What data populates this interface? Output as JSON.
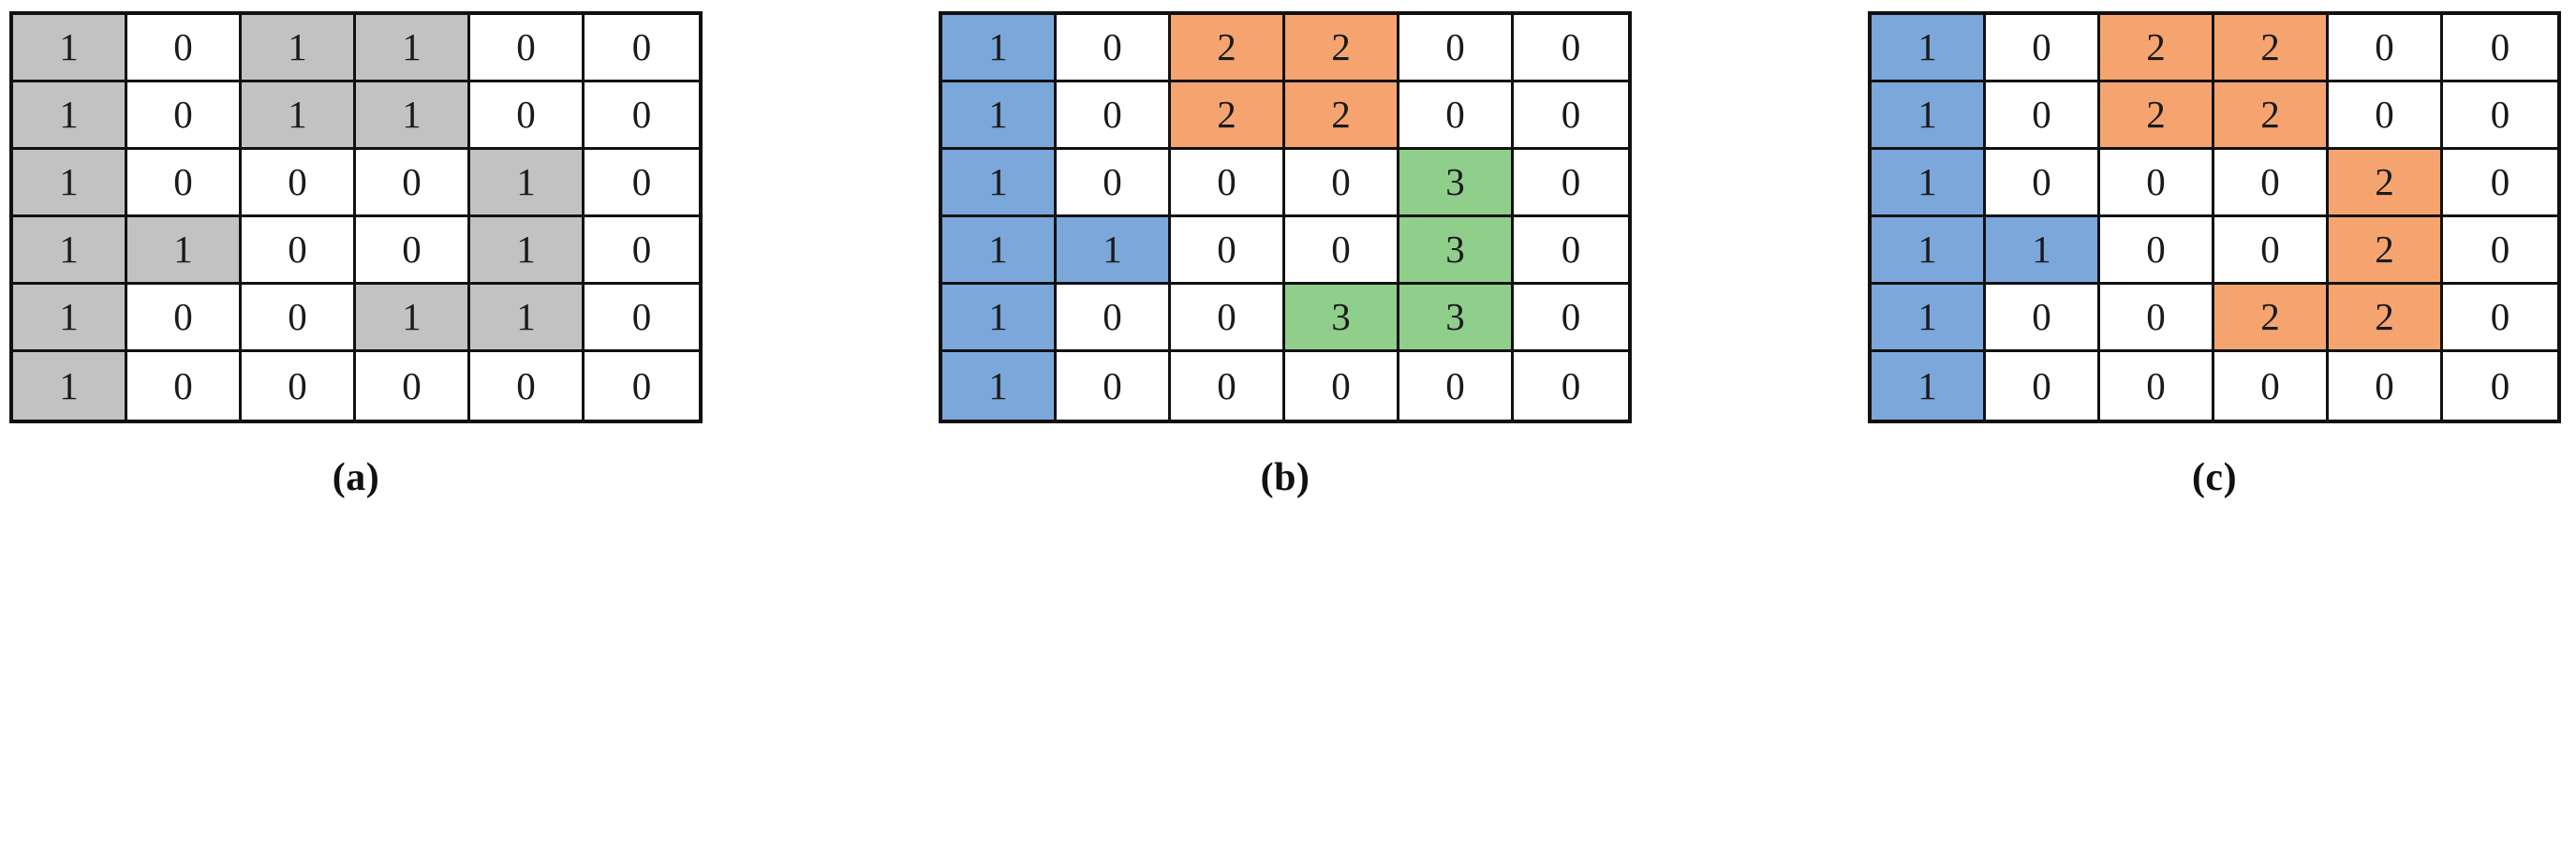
{
  "figure": {
    "background": "#FFFFFF",
    "panels": [
      {
        "id": "a",
        "caption": "(a)",
        "rows": 6,
        "cols": 6,
        "values": [
          [
            "1",
            "0",
            "1",
            "1",
            "0",
            "0"
          ],
          [
            "1",
            "0",
            "1",
            "1",
            "0",
            "0"
          ],
          [
            "1",
            "0",
            "0",
            "0",
            "1",
            "0"
          ],
          [
            "1",
            "1",
            "0",
            "0",
            "1",
            "0"
          ],
          [
            "1",
            "0",
            "0",
            "1",
            "1",
            "0"
          ],
          [
            "1",
            "0",
            "0",
            "0",
            "0",
            "0"
          ]
        ],
        "fills": [
          [
            "gray",
            "white",
            "gray",
            "gray",
            "white",
            "white"
          ],
          [
            "gray",
            "white",
            "gray",
            "gray",
            "white",
            "white"
          ],
          [
            "gray",
            "white",
            "white",
            "white",
            "gray",
            "white"
          ],
          [
            "gray",
            "gray",
            "white",
            "white",
            "gray",
            "white"
          ],
          [
            "gray",
            "white",
            "white",
            "gray",
            "gray",
            "white"
          ],
          [
            "gray",
            "white",
            "white",
            "white",
            "white",
            "white"
          ]
        ]
      },
      {
        "id": "b",
        "caption": "(b)",
        "rows": 6,
        "cols": 6,
        "values": [
          [
            "1",
            "0",
            "2",
            "2",
            "0",
            "0"
          ],
          [
            "1",
            "0",
            "2",
            "2",
            "0",
            "0"
          ],
          [
            "1",
            "0",
            "0",
            "0",
            "3",
            "0"
          ],
          [
            "1",
            "1",
            "0",
            "0",
            "3",
            "0"
          ],
          [
            "1",
            "0",
            "0",
            "3",
            "3",
            "0"
          ],
          [
            "1",
            "0",
            "0",
            "0",
            "0",
            "0"
          ]
        ],
        "fills": [
          [
            "blue",
            "white",
            "orange",
            "orange",
            "white",
            "white"
          ],
          [
            "blue",
            "white",
            "orange",
            "orange",
            "white",
            "white"
          ],
          [
            "blue",
            "white",
            "white",
            "white",
            "green",
            "white"
          ],
          [
            "blue",
            "blue",
            "white",
            "white",
            "green",
            "white"
          ],
          [
            "blue",
            "white",
            "white",
            "green",
            "green",
            "white"
          ],
          [
            "blue",
            "white",
            "white",
            "white",
            "white",
            "white"
          ]
        ]
      },
      {
        "id": "c",
        "caption": "(c)",
        "rows": 6,
        "cols": 6,
        "values": [
          [
            "1",
            "0",
            "2",
            "2",
            "0",
            "0"
          ],
          [
            "1",
            "0",
            "2",
            "2",
            "0",
            "0"
          ],
          [
            "1",
            "0",
            "0",
            "0",
            "2",
            "0"
          ],
          [
            "1",
            "1",
            "0",
            "0",
            "2",
            "0"
          ],
          [
            "1",
            "0",
            "0",
            "2",
            "2",
            "0"
          ],
          [
            "1",
            "0",
            "0",
            "0",
            "0",
            "0"
          ]
        ],
        "fills": [
          [
            "blue",
            "white",
            "orange",
            "orange",
            "white",
            "white"
          ],
          [
            "blue",
            "white",
            "orange",
            "orange",
            "white",
            "white"
          ],
          [
            "blue",
            "white",
            "white",
            "white",
            "orange",
            "white"
          ],
          [
            "blue",
            "blue",
            "white",
            "white",
            "orange",
            "white"
          ],
          [
            "blue",
            "white",
            "white",
            "orange",
            "orange",
            "white"
          ],
          [
            "blue",
            "white",
            "white",
            "white",
            "white",
            "white"
          ]
        ]
      }
    ],
    "palette": {
      "white": "#FFFFFF",
      "gray": "#C2C2C2",
      "blue": "#7BA7DB",
      "orange": "#F5A470",
      "green": "#90CE8C",
      "grid_line": "#111111",
      "text": "#1A1A1A"
    }
  }
}
